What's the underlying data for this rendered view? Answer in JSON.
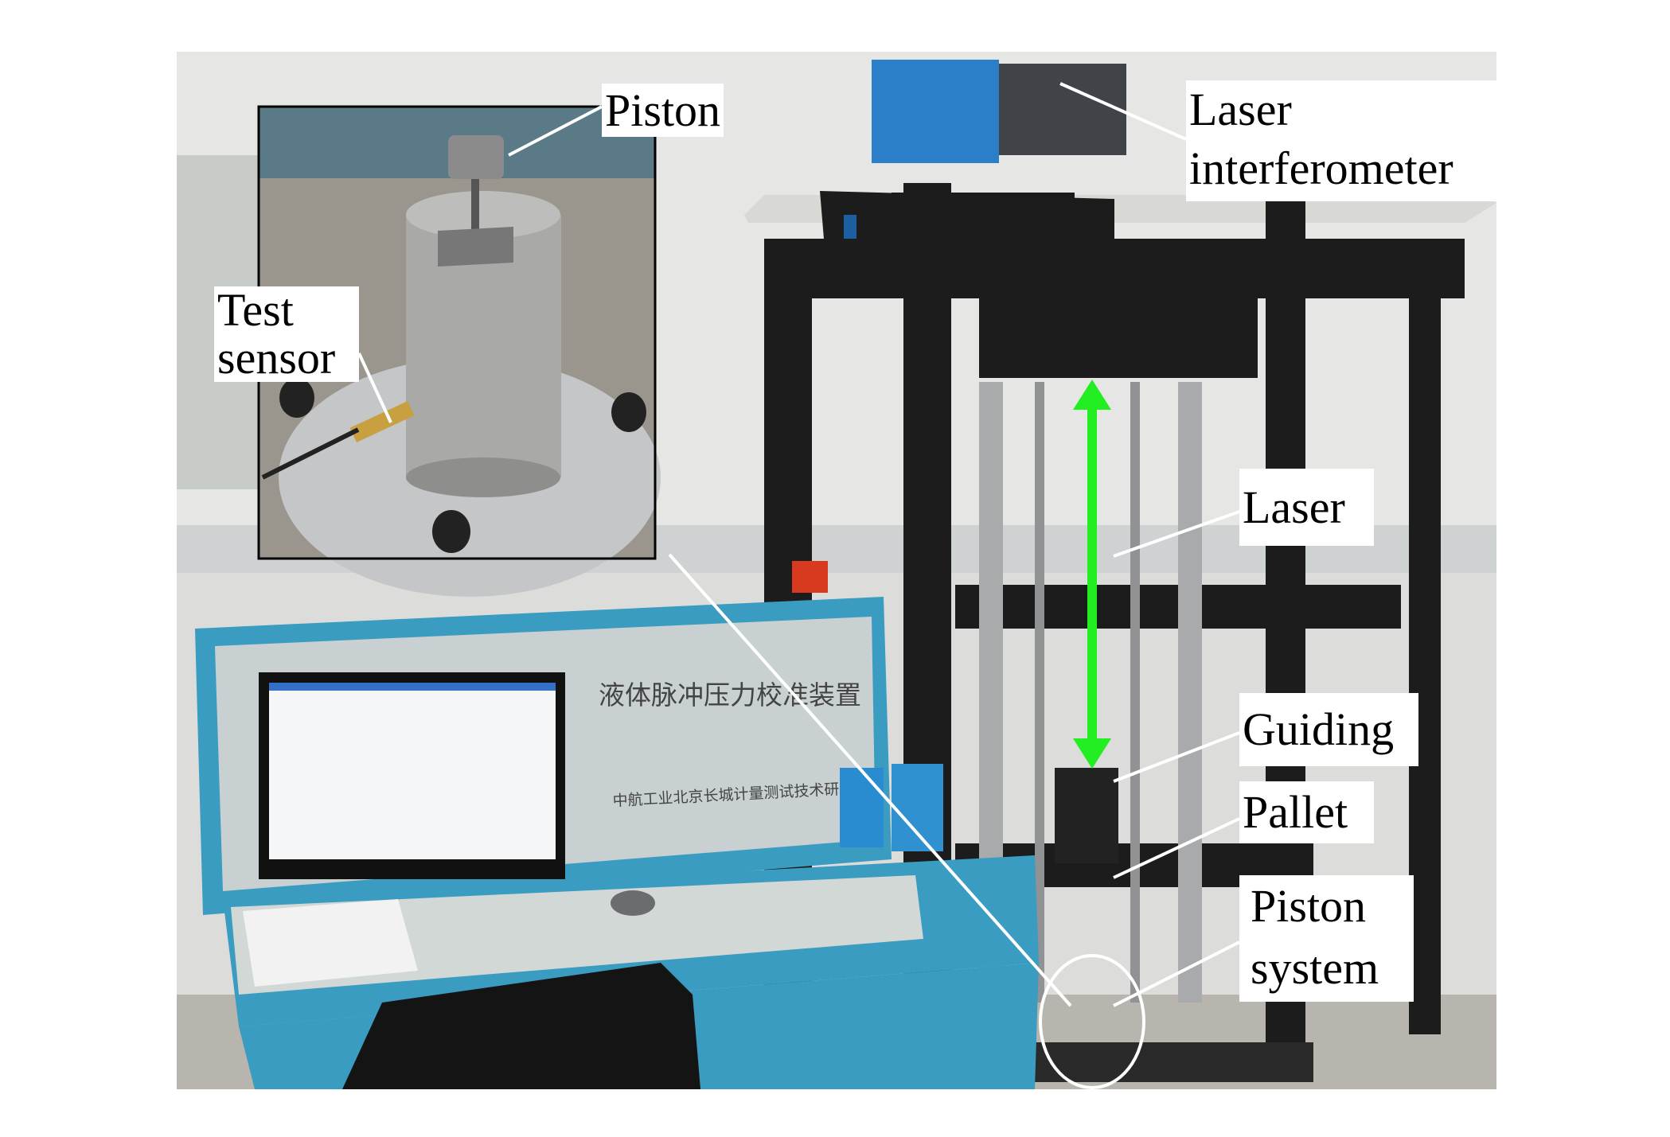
{
  "labels": {
    "piston": "Piston",
    "laser_interferometer_line1": "Laser",
    "laser_interferometer_line2": "interferometer",
    "test_sensor_line1": "Test",
    "test_sensor_line2": "sensor",
    "laser": "Laser",
    "guiding": "Guiding",
    "pallet": "Pallet",
    "piston_system_line1": "Piston",
    "piston_system_line2": "system"
  },
  "panel_text": {
    "title": "液体脉冲压力校准装置",
    "maker": "中航工业北京长城计量测试技术研"
  },
  "colors": {
    "arrow": "#22ee22",
    "console": "#3a9cc0",
    "frame": "#1a1a1a"
  }
}
